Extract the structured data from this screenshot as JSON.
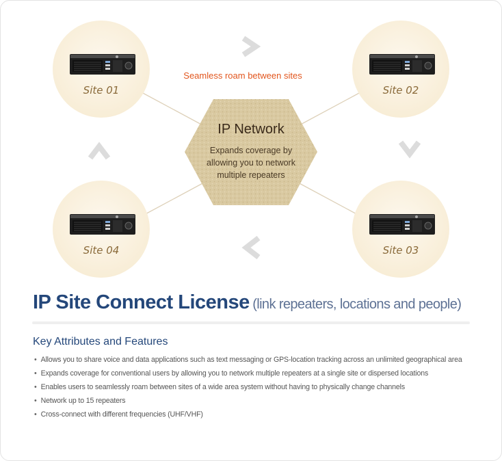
{
  "diagram": {
    "roam_caption": "Seamless roam between sites",
    "hub": {
      "title": "IP Network",
      "description": "Expands coverage by allowing you to network multiple repeaters"
    },
    "sites": [
      {
        "label": "Site 01"
      },
      {
        "label": "Site 02"
      },
      {
        "label": "Site 03"
      },
      {
        "label": "Site 04"
      }
    ],
    "colors": {
      "site_circle": "#fbf3e3",
      "hub_hexagon": "#d8c8a0",
      "connector_line": "#ddd0b8",
      "arrow": "#dcdcdc",
      "roam_caption": "#e2561e"
    },
    "icons": {
      "repeater": "repeater-device-icon",
      "arrows": [
        "chevron-right-icon",
        "chevron-down-icon",
        "chevron-left-icon",
        "chevron-up-icon"
      ]
    }
  },
  "license": {
    "title": "IP Site Connect License",
    "subtitle": "(link repeaters, locations and people)"
  },
  "features": {
    "heading": "Key Attributes and Features",
    "bullet": "•",
    "items": [
      "Allows you to share voice and data applications such as text messaging or GPS-location tracking across an unlimited geographical area",
      "Expands coverage for conventional users by allowing you to network multiple repeaters at a single site or dispersed locations",
      "Enables users to seamlessly roam between sites of a wide area system without having to physically change channels",
      "Network up to 15 repeaters",
      "Cross-connect with different frequencies (UHF/VHF)"
    ]
  }
}
